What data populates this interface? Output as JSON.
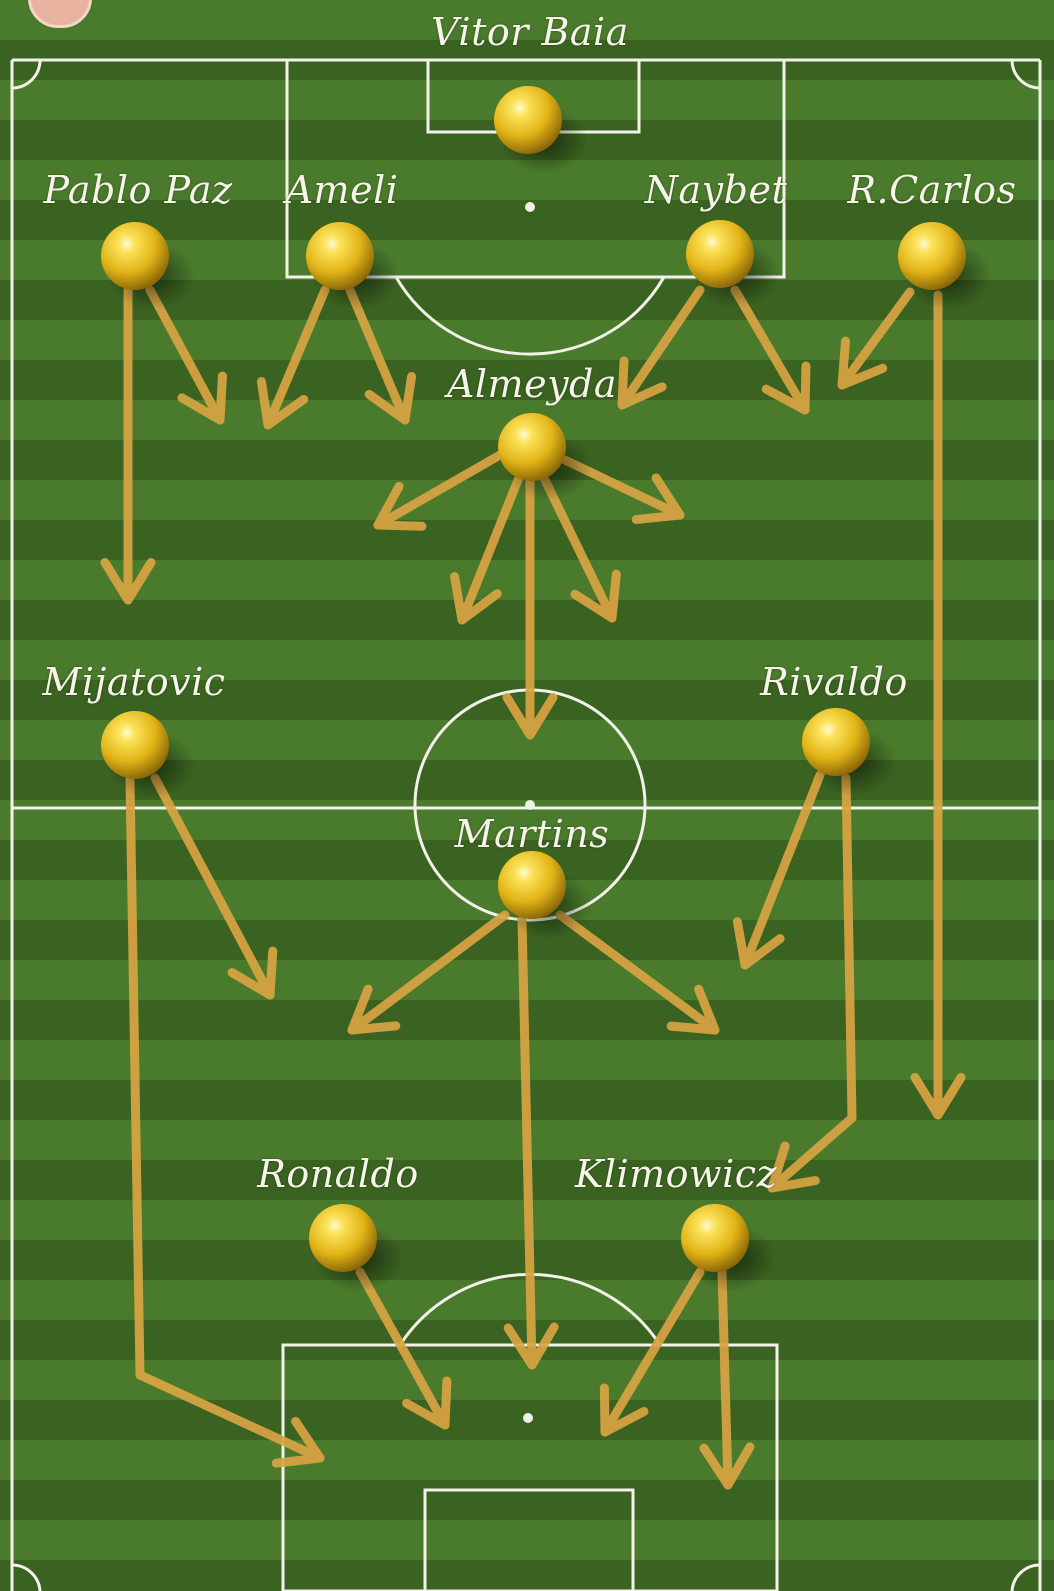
{
  "colors": {
    "pitch_dark": "#3a6220",
    "pitch_light": "#4a7a2c",
    "lines": "#f2f2ea",
    "ball": "#e8c21c",
    "arrow": "#d9a443"
  },
  "players": [
    {
      "id": "vitor-baia",
      "name": "Vitor Baia"
    },
    {
      "id": "pablo-paz",
      "name": "Pablo Paz"
    },
    {
      "id": "ameli",
      "name": "Ameli"
    },
    {
      "id": "naybet",
      "name": "Naybet"
    },
    {
      "id": "r-carlos",
      "name": "R.Carlos"
    },
    {
      "id": "almeyda",
      "name": "Almeyda"
    },
    {
      "id": "mijatovic",
      "name": "Mijatovic"
    },
    {
      "id": "rivaldo",
      "name": "Rivaldo"
    },
    {
      "id": "martins",
      "name": "Martins"
    },
    {
      "id": "ronaldo",
      "name": "Ronaldo"
    },
    {
      "id": "klimowicz",
      "name": "Klimowicz"
    }
  ]
}
